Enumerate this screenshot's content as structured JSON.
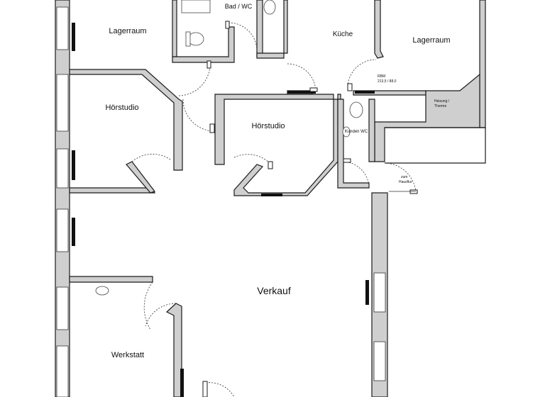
{
  "rooms": {
    "lagerraum_left": "Lagerraum",
    "bad_wc": "Bad / WC",
    "kueche": "Küche",
    "lagerraum_right": "Lagerraum",
    "hoerstudio_left": "Hörstudio",
    "hoerstudio_center": "Hörstudio",
    "kunden_wc": "Kunden WC",
    "verkauf": "Verkauf",
    "werkstatt": "Werkstatt"
  },
  "annotations": {
    "rbm_line1": "RBM",
    "rbm_line2": "213,5 / 88,0",
    "heizung_line1": "Heizung /",
    "heizung_line2": "Therme",
    "hausflur_line1": "zum",
    "hausflur_line2": "Hausflur"
  }
}
